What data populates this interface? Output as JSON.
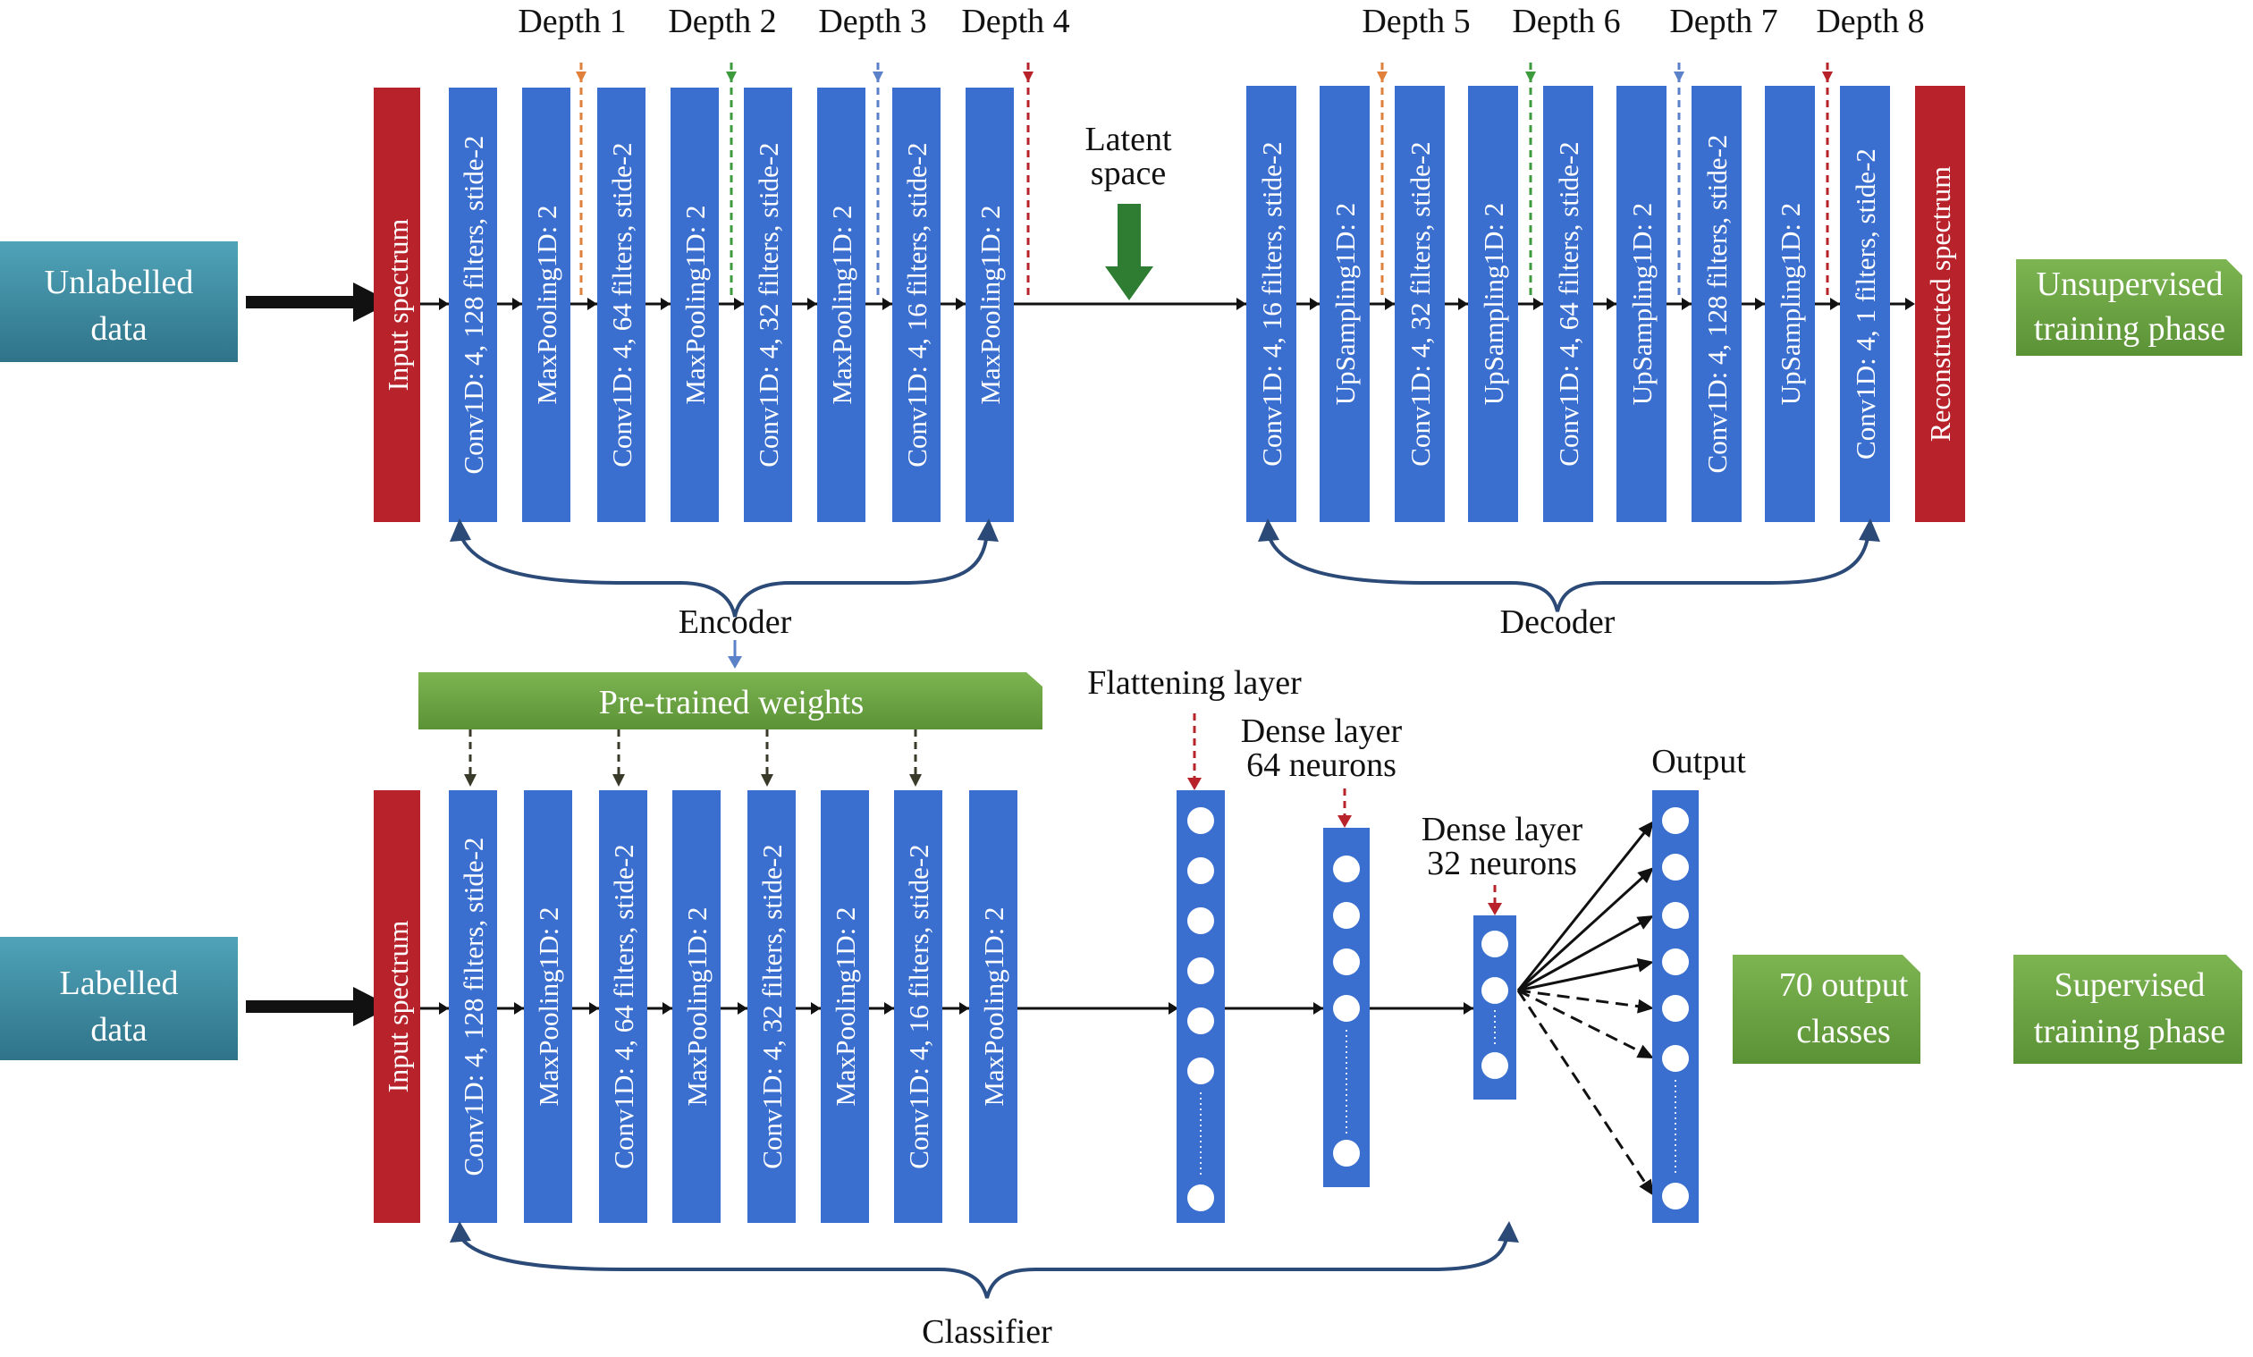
{
  "depth_labels": [
    "Depth 1",
    "Depth 2",
    "Depth 3",
    "Depth 4",
    "Depth 5",
    "Depth 6",
    "Depth 7",
    "Depth 8"
  ],
  "latent_space": [
    "Latent",
    "space"
  ],
  "unlabelled_data": [
    "Unlabelled",
    "data"
  ],
  "labelled_data": [
    "Labelled",
    "data"
  ],
  "input_spectrum": "Input spectrum",
  "reconstructed_spectrum": "Reconstructed spectrum",
  "encoder_layers": [
    "Conv1D: 4, 128 filters, stide-2",
    "MaxPooling1D: 2",
    "Conv1D: 4, 64 filters, stide-2",
    "MaxPooling1D: 2",
    "Conv1D: 4, 32 filters, stide-2",
    "MaxPooling1D: 2",
    "Conv1D: 4, 16 filters, stide-2",
    "MaxPooling1D: 2"
  ],
  "decoder_layers": [
    "Conv1D: 4, 16 filters, stide-2",
    "UpSampling1D: 2",
    "Conv1D: 4, 32 filters, stide-2",
    "UpSampling1D: 2",
    "Conv1D: 4, 64 filters, stide-2",
    "UpSampling1D: 2",
    "Conv1D: 4, 128 filters, stide-2",
    "UpSampling1D: 2",
    "Conv1D: 4, 1 filters, stide-2"
  ],
  "unsupervised_phase": [
    "Unsupervised",
    "training phase"
  ],
  "supervised_phase": [
    "Supervised",
    "training phase"
  ],
  "encoder": "Encoder",
  "decoder": "Decoder",
  "classifier": "Classifier",
  "pretrained_weights": "Pre-trained weights",
  "flattening_layer": "Flattening layer",
  "dense64": [
    "Dense layer",
    "64 neurons"
  ],
  "dense32": [
    "Dense layer",
    "32 neurons"
  ],
  "output": "Output",
  "output_classes": [
    "70 output",
    "classes"
  ],
  "colors": {
    "layer_blue": "#3a6fd0",
    "spectrum_red": "#b8232b",
    "teal": "#3f8ea3",
    "green": "#6ea544",
    "bracket": "#2b4a78"
  }
}
